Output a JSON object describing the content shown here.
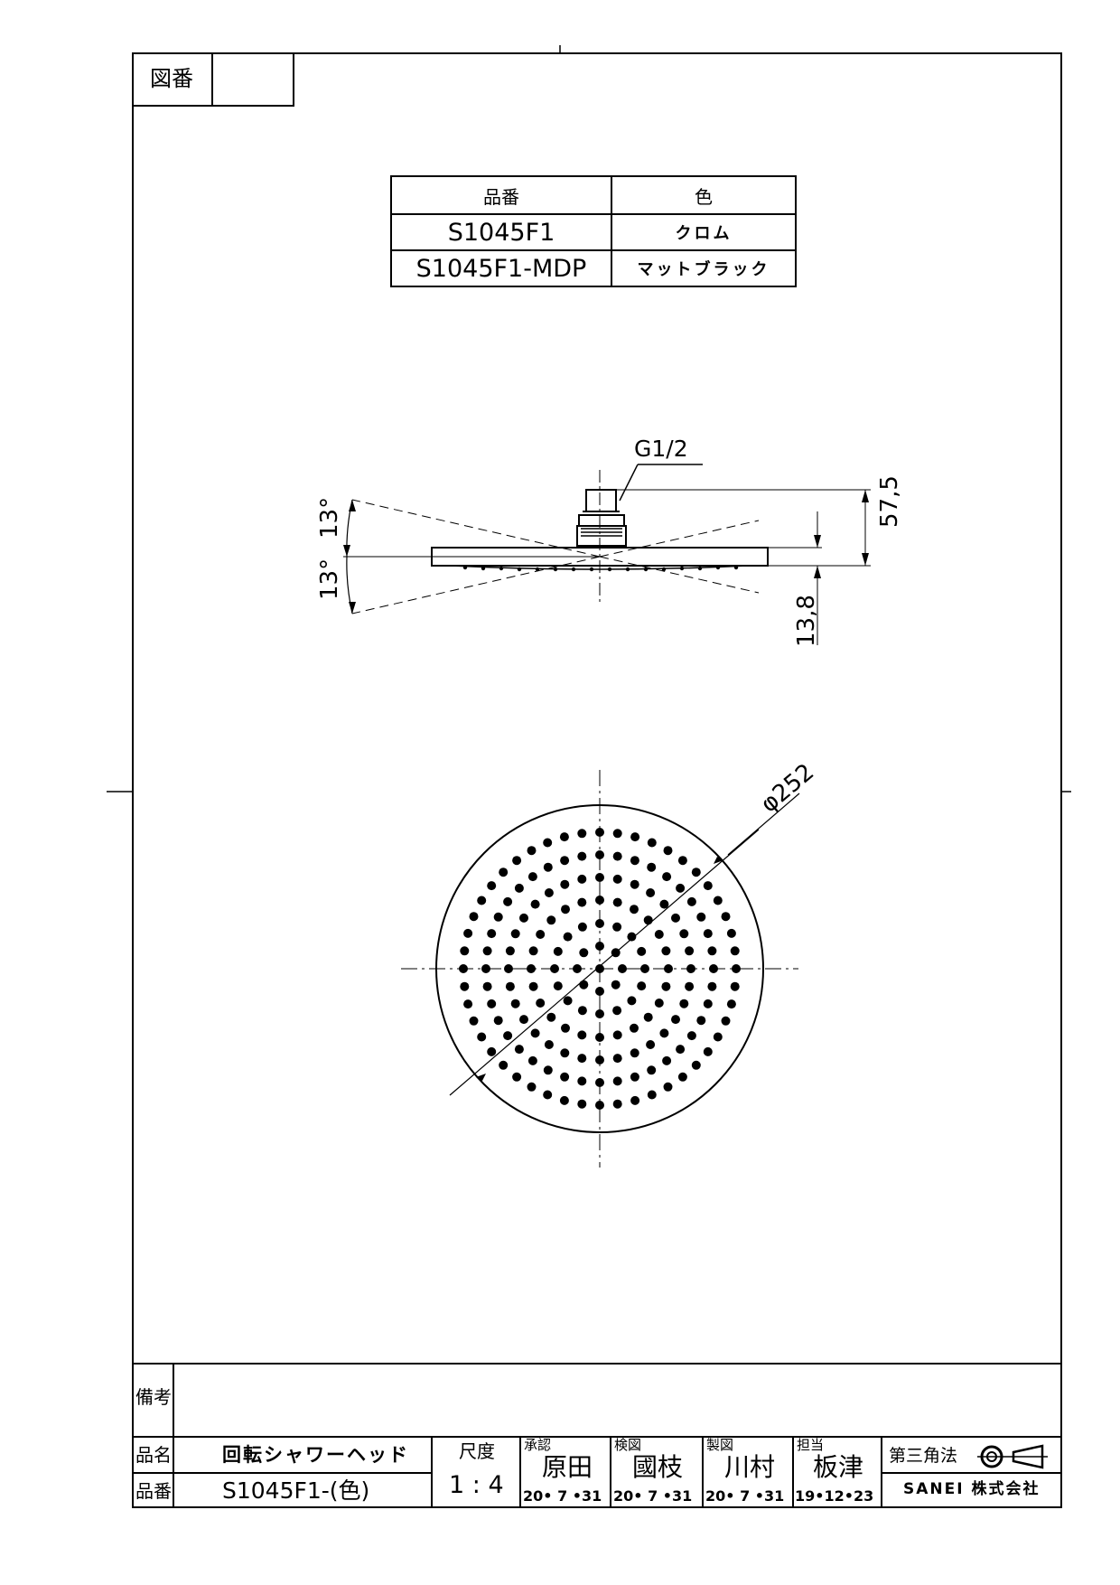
{
  "drawing_number_label": "図番",
  "drawing_number_value": "",
  "color_table": {
    "headers": [
      "品番",
      "色"
    ],
    "rows": [
      {
        "part": "S1045F1",
        "color": "クロム"
      },
      {
        "part": "S1045F1-MDP",
        "color": "マットブラック"
      }
    ]
  },
  "side_view": {
    "thread_label": "G1/2",
    "height_dim": "57,5",
    "thickness_dim": "13,8",
    "angle_label": "13°"
  },
  "plan_view": {
    "diameter_dim": "φ252"
  },
  "title_block": {
    "remarks_label": "備考",
    "remarks_value": "",
    "name_label": "品名",
    "name_value": "回転シャワーヘッド",
    "number_label": "品番",
    "number_value": "S1045F1-(色)",
    "scale_label": "尺度",
    "scale_value": "1 : 4",
    "signoffs": [
      {
        "role": "承認",
        "name": "原田",
        "date": "20• 7 •31"
      },
      {
        "role": "検図",
        "name": "國枝",
        "date": "20• 7 •31"
      },
      {
        "role": "製図",
        "name": "川村",
        "date": "20• 7 •31"
      },
      {
        "role": "担当",
        "name": "板津",
        "date": "19•12•23"
      }
    ],
    "projection_label": "第三角法",
    "company": "SANEI 株式会社"
  }
}
